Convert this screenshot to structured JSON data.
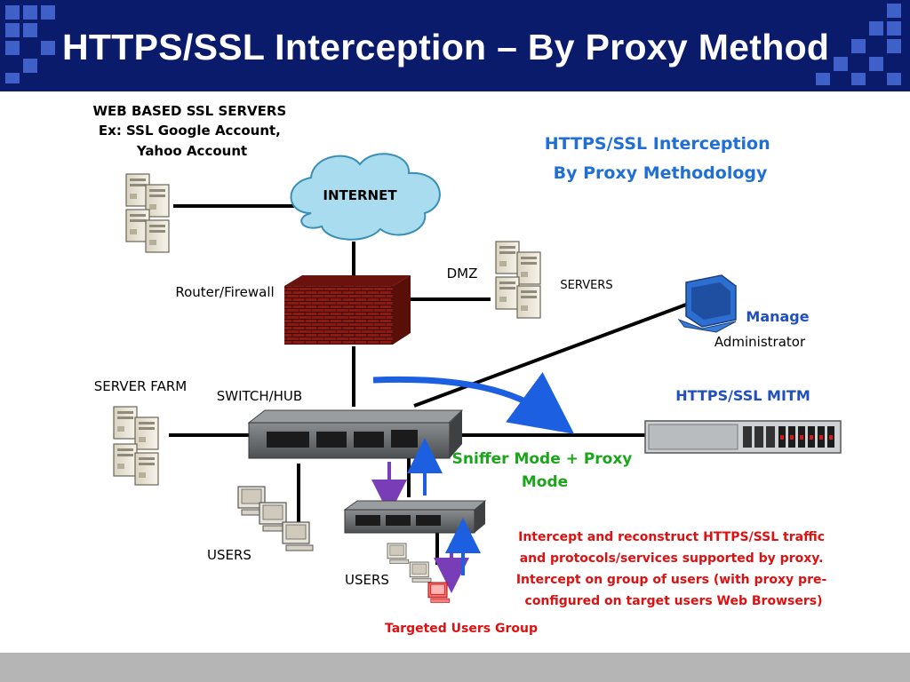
{
  "slide": {
    "title": "HTTPS/SSL Interception – By Proxy Method"
  },
  "diagram": {
    "heading": [
      "HTTPS/SSL Interception",
      "By Proxy Methodology"
    ],
    "web_servers_label": [
      "WEB BASED SSL SERVERS",
      "Ex: SSL Google Account,",
      "Yahoo Account"
    ],
    "internet_label": "INTERNET",
    "dmz_label": "DMZ",
    "servers_label": "SERVERS",
    "router_label": "Router/Firewall",
    "manage_label": "Manage",
    "administrator_label": "Administrator",
    "server_farm_label": "SERVER FARM",
    "switch_label": "SWITCH/HUB",
    "mitm_label": "HTTPS/SSL MITM",
    "sniffer_label": [
      "Sniffer Mode + Proxy",
      "Mode"
    ],
    "users_label_left": "USERS",
    "users_label_lower": "USERS",
    "intercept_note": [
      "Intercept and reconstruct HTTPS/SSL traffic",
      "and protocols/services supported by proxy.",
      "Intercept on group of users (with proxy pre-",
      "configured on target users Web Browsers)"
    ],
    "targeted_label": "Targeted Users Group"
  },
  "colors": {
    "title_bar": "#0a1b6b",
    "title_squares": "#3f5fc9",
    "footer": "#b5b5b5",
    "heading_blue": "#1f6fd6",
    "green_text": "#1aa51a",
    "red_text": "#e01010",
    "arrow_blue": "#1c5fe0",
    "arrow_purple": "#7a3db8",
    "firewall_red": "#8b1a12",
    "cloud_blue": "#a9dcef"
  },
  "icons": [
    "server-tower-icon",
    "cloud-icon",
    "firewall-icon",
    "network-switch-icon",
    "rack-server-icon",
    "desktop-computer-icon",
    "monitor-icon",
    "arrow-icon"
  ]
}
